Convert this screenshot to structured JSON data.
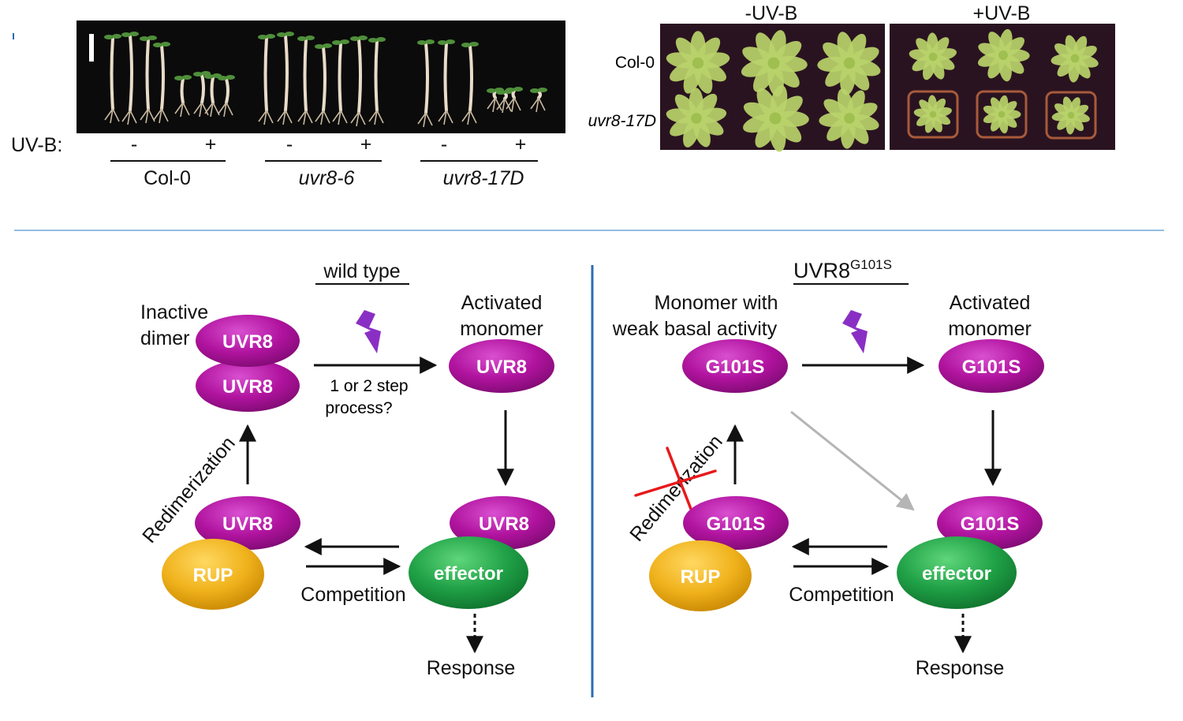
{
  "seedlings": {
    "uvb_label": "UV-B:",
    "minus": "-",
    "plus": "+",
    "genotypes": [
      "Col-0",
      "uvr8-6",
      "uvr8-17D"
    ]
  },
  "rosettes": {
    "columns": [
      "-UV-B",
      "+UV-B"
    ],
    "rows": [
      "Col-0",
      "uvr8-17D"
    ]
  },
  "wild_type": {
    "title": "wild type",
    "inactive_label_1": "Inactive",
    "inactive_label_2": "dimer",
    "dimer_top": "UVR8",
    "dimer_bottom": "UVR8",
    "process_1": "1 or 2 step",
    "process_2": "process?",
    "activated_1": "Activated",
    "activated_2": "monomer",
    "monomer": "UVR8",
    "bound_uvr8_left": "UVR8",
    "rup": "RUP",
    "bound_uvr8_right": "UVR8",
    "effector": "effector",
    "redimerization": "Redimerization",
    "competition": "Competition",
    "response": "Response"
  },
  "mutant": {
    "title_main": "UVR8",
    "title_sup": "G101S",
    "monomer_label_1": "Monomer with",
    "monomer_label_2": "weak basal activity",
    "basal_monomer": "G101S",
    "activated_1": "Activated",
    "activated_2": "monomer",
    "monomer": "G101S",
    "bound_left": "G101S",
    "rup": "RUP",
    "bound_right": "G101S",
    "effector": "effector",
    "redimerization": "Redimerization",
    "competition": "Competition",
    "response": "Response"
  },
  "colors": {
    "uvr8_purple": "#b0139e",
    "rup_yellow": "#f0b21c",
    "effector_green": "#1fa046",
    "lightning": "#8a2fc4",
    "divider_blue": "#2b6cb0",
    "blocked_red": "#e8191b"
  }
}
